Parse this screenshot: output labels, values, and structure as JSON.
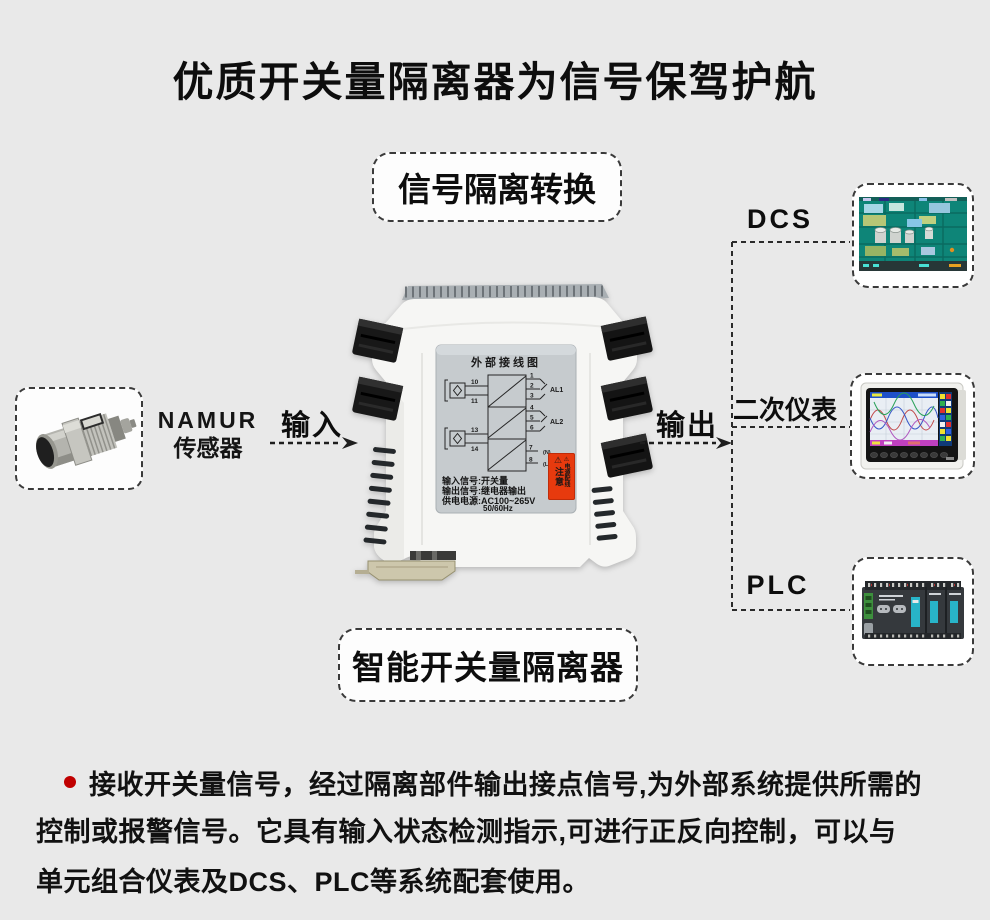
{
  "title": "优质开关量隔离器为信号保驾护航",
  "flow": {
    "top_box_label": "信号隔离转换",
    "bottom_box_label": "智能开关量隔离器",
    "input_label": "输入",
    "output_label": "输出",
    "sensor_label_line1": "NAMUR",
    "sensor_label_line2": "传感器",
    "outputs": [
      {
        "label": "DCS"
      },
      {
        "label": "二次仪表"
      },
      {
        "label": "PLC"
      }
    ]
  },
  "device": {
    "wiring_title": "外部接线图",
    "left_terminals": [
      "10",
      "11",
      "13",
      "14"
    ],
    "right_terminals": [
      "1",
      "2",
      "3",
      "4",
      "5",
      "6",
      "7",
      "8"
    ],
    "relay_group_labels": [
      "AL1",
      "AL2"
    ],
    "power_pin_labels": [
      "(N)",
      "(L)"
    ],
    "spec_lines": [
      "输入信号:开关量",
      "输出信号:继电器输出",
      "供电电源:AC100~265V",
      "50/60Hz"
    ],
    "warning_col_right": "⚠注意",
    "warning_col_left": "⚠电源配线"
  },
  "description": {
    "lines": [
      "接收开关量信号，经过隔离部件输出接点信号,为外部系统提供所需的",
      "控制或报警信号。它具有输入状态检测指示,可进行正反向控制，可以与",
      "单元组合仪表及DCS、PLC等系统配套使用。"
    ]
  },
  "colors": {
    "background": "#e9e9e9",
    "text": "#0d0d0d",
    "bullet": "#c00000",
    "warning_label_bg": "#e73a0e",
    "dcs_screen_teal": "#0e8578"
  }
}
